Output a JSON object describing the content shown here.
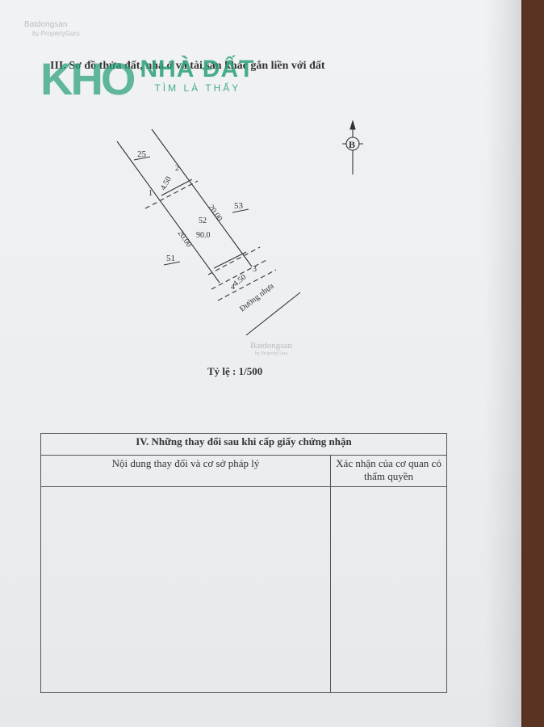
{
  "watermark": {
    "site_top": "Batdongsan",
    "site_sub": "by PropertyGuru",
    "logo_main": "KHO",
    "logo_name": "NHÀ ĐẤT",
    "logo_tagline": "TÌM LÀ THẤY",
    "center_site": "Batdongsan",
    "center_sub": "by PropertyGuru"
  },
  "section_iii": {
    "title": "III. Sơ đồ thửa đất, nhà ở và tài sản khác gắn liền với đất"
  },
  "diagram": {
    "north_marker": "B",
    "parcel_labels": {
      "neighbor_north": "25",
      "neighbor_east": "53",
      "neighbor_west": "51",
      "parcel_number": "52",
      "area": "90.0"
    },
    "vertex_labels": [
      "1",
      "2",
      "3",
      "4"
    ],
    "dimensions": {
      "top_width": "4.50",
      "bottom_width": "4.50",
      "left_length": "20.00",
      "right_length": "20.00"
    },
    "road_label": "Đường nhựa",
    "scale": "Tỷ lệ : 1/500"
  },
  "section_iv": {
    "title": "IV. Những thay đổi sau khi cấp giấy chứng nhận",
    "col_left_header": "Nội dung thay đổi và cơ sở pháp lý",
    "col_right_header": "Xác nhận của cơ quan có thẩm quyền",
    "rows": []
  }
}
